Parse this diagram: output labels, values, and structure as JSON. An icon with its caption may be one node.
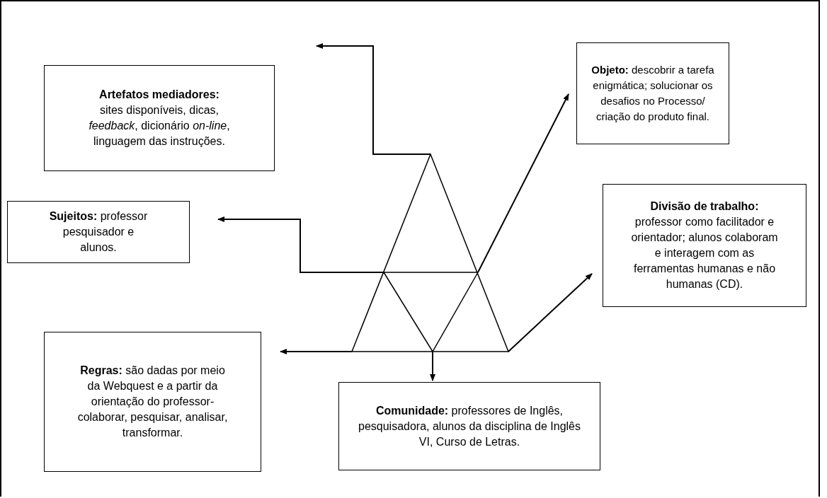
{
  "diagram": {
    "nodes": [
      {
        "text": [
          "Artefatos mediadores:",
          "sites disponíveis, dicas, *feedback*, dicionário *on-line*, linguagem das instruções."
        ]
      },
      {
        "text": [
          "**Objeto:** descobrir a tarefa enigmática; solucionar os desafios no Processo/ criação do produto final."
        ]
      },
      {
        "text": [
          "**Sujeitos:** professor pesquisador e alunos."
        ]
      },
      {
        "text": [
          "Divisão de trabalho:",
          "professor como facilitador e orientador; alunos colaboram e interagem com as ferramentas humanas e não humanas (CD)."
        ]
      },
      {
        "text": [
          "**Regras:** são dadas por meio da Webquest e a partir da orientação do professor- colaborar, pesquisar, analisar, transformar."
        ]
      },
      {
        "text": [
          "**Comunidade:** professores de Inglês, pesquisadora, alunos da disciplina de Inglês VI, Curso de Letras."
        ]
      },
      {
        "text": [],
        "shape": "triangle"
      }
    ],
    "edges": [
      {
        "from": 6,
        "to": 0,
        "arrow": "to"
      },
      {
        "from": 6,
        "to": 1,
        "arrow": "to"
      },
      {
        "from": 6,
        "to": 2,
        "arrow": "to"
      },
      {
        "from": 6,
        "to": 3,
        "arrow": "to"
      },
      {
        "from": 6,
        "to": 4,
        "arrow": "to"
      },
      {
        "from": 6,
        "to": 5,
        "arrow": "to"
      }
    ]
  }
}
